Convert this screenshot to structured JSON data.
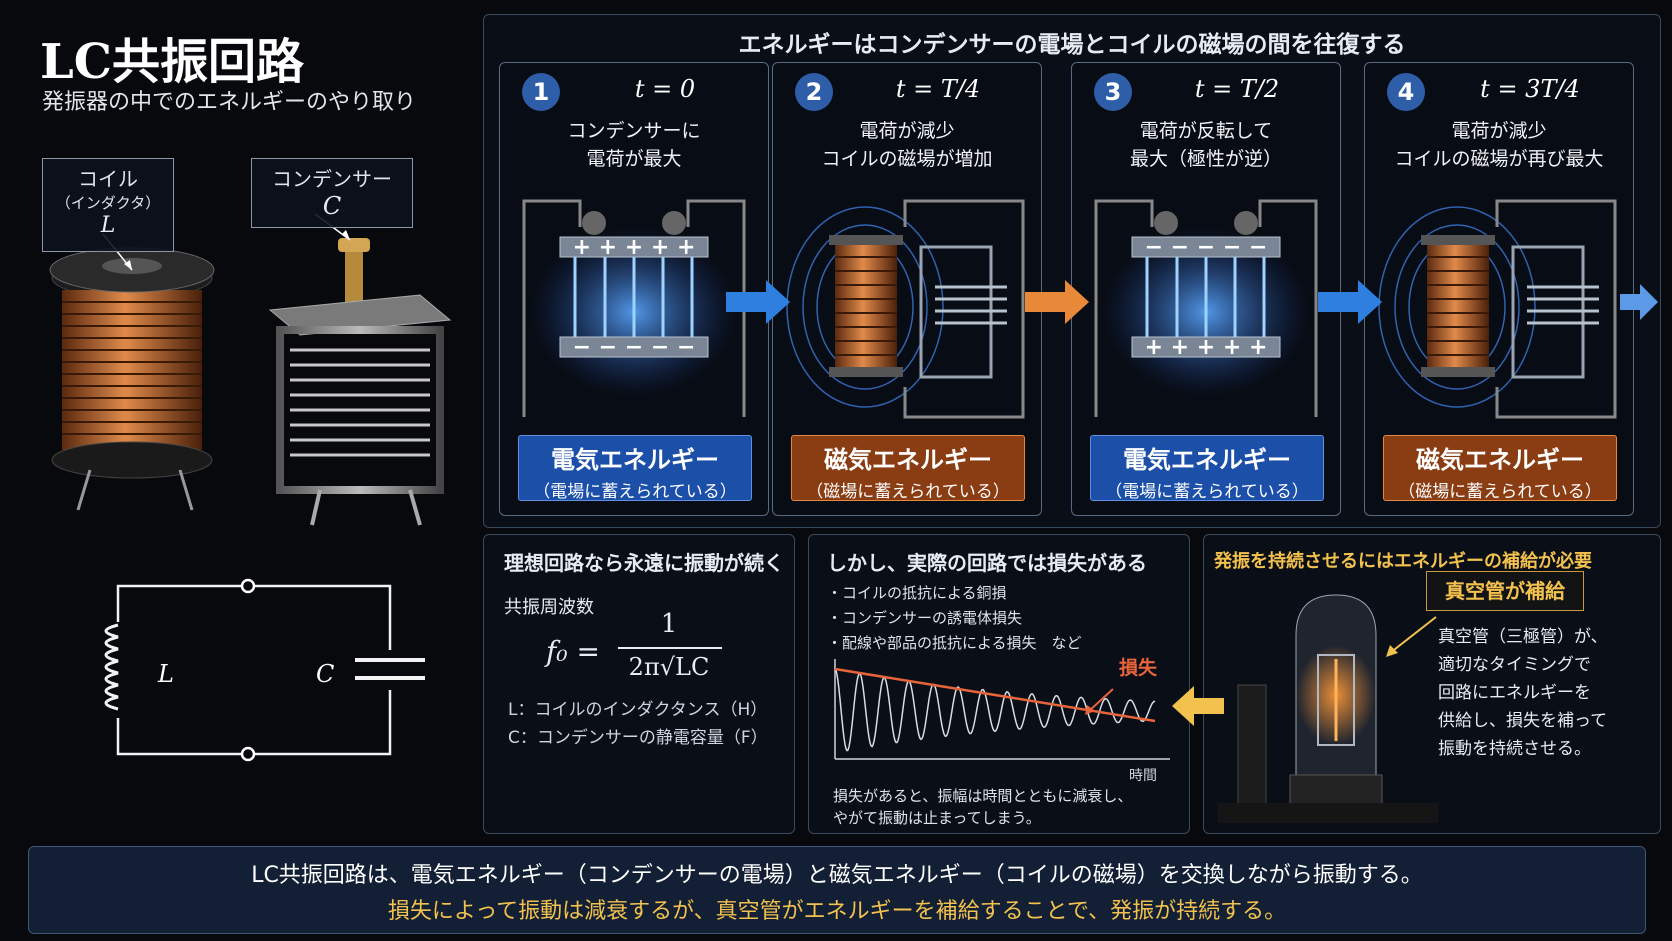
{
  "header": {
    "title": "LC共振回路",
    "subtitle": "発振器の中でのエネルギーのやり取り"
  },
  "labels": {
    "coil": {
      "line1": "コイル",
      "line2": "（インダクタ）",
      "symbol": "L"
    },
    "capacitor": {
      "line1": "コンデンサー",
      "symbol": "C"
    }
  },
  "circuit": {
    "l_label": "L",
    "c_label": "C"
  },
  "stages_header": "エネルギーはコンデンサーの電場とコイルの磁場の間を往復する",
  "stages": [
    {
      "num": "1",
      "time": "t = 0",
      "desc1": "コンデンサーに",
      "desc2": "電荷が最大",
      "energy": "電気エネルギー",
      "energy_sub": "（電場に蓄えられている）",
      "kind": "electric",
      "top_sign": "+ + + + +",
      "bottom_sign": "− − − − −"
    },
    {
      "num": "2",
      "time": "t = T/4",
      "desc1": "電荷が減少",
      "desc2": "コイルの磁場が増加",
      "energy": "磁気エネルギー",
      "energy_sub": "（磁場に蓄えられている）",
      "kind": "magnetic"
    },
    {
      "num": "3",
      "time": "t = T/2",
      "desc1": "電荷が反転して",
      "desc2": "最大（極性が逆）",
      "energy": "電気エネルギー",
      "energy_sub": "（電場に蓄えられている）",
      "kind": "electric",
      "top_sign": "− − − − −",
      "bottom_sign": "+ + + + +"
    },
    {
      "num": "4",
      "time": "t = 3T/4",
      "desc1": "電荷が減少",
      "desc2": "コイルの磁場が再び最大",
      "energy": "磁気エネルギー",
      "energy_sub": "（磁場に蓄えられている）",
      "kind": "magnetic"
    }
  ],
  "ideal": {
    "title": "理想回路なら永遠に振動が続く",
    "freq_label": "共振周波数",
    "formula_lhs": "f₀ =",
    "formula_num": "1",
    "formula_den": "2π√LC",
    "def_l": "L：コイルのインダクタンス（H）",
    "def_c": "C：コンデンサーの静電容量（F）"
  },
  "loss": {
    "title": "しかし、実際の回路では損失がある",
    "items": [
      "・コイルの抵抗による銅損",
      "・コンデンサーの誘電体損失",
      "・配線や部品の抵抗による損失　など"
    ],
    "loss_label": "損失",
    "axis_label": "時間",
    "caption1": "損失があると、振幅は時間とともに減衰し、",
    "caption2": "やがて振動は止まってしまう。"
  },
  "supply": {
    "title": "発振を持続させるにはエネルギーの補給が必要",
    "badge": "真空管が補給",
    "lines": [
      "真空管（三極管）が、",
      "適切なタイミングで",
      "回路にエネルギーを",
      "供給し、損失を補って",
      "振動を持続させる。"
    ]
  },
  "footer": {
    "line1": "LC共振回路は、電気エネルギー（コンデンサーの電場）と磁気エネルギー（コイルの磁場）を交換しながら振動する。",
    "line2": "損失によって振動は減衰するが、真空管がエネルギーを補給することで、発振が持続する。"
  },
  "colors": {
    "accent_blue": "#2f5ea8",
    "accent_orange": "#e08a40",
    "gold": "#f2c14e",
    "loss_red": "#e8643a"
  }
}
